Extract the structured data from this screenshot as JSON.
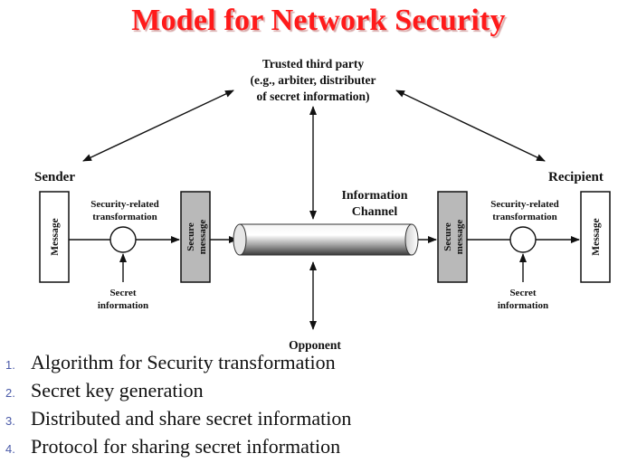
{
  "title": "Model for Network Security",
  "diagram": {
    "trusted_third_party": [
      "Trusted third party",
      "(e.g., arbiter, distributer",
      "of secret information)"
    ],
    "sender": "Sender",
    "recipient": "Recipient",
    "message": "Message",
    "secure_message": [
      "Secure",
      "message"
    ],
    "security_transformation": [
      "Security-related",
      "transformation"
    ],
    "secret_information": [
      "Secret",
      "information"
    ],
    "information_channel": [
      "Information",
      "Channel"
    ],
    "opponent": "Opponent"
  },
  "list": [
    {
      "num": "1.",
      "text": "Algorithm for Security transformation"
    },
    {
      "num": "2.",
      "text": "Secret key generation"
    },
    {
      "num": "3.",
      "text": "Distributed and share secret information"
    },
    {
      "num": "4.",
      "text": "Protocol for sharing secret information"
    }
  ]
}
